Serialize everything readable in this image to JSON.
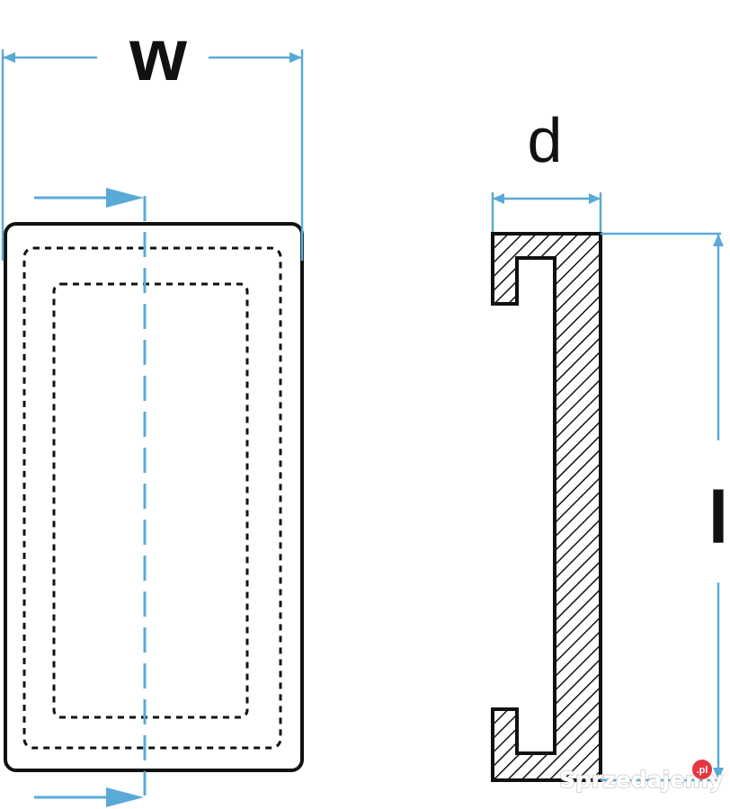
{
  "labels": {
    "width": "w",
    "depth": "d",
    "length": "l"
  },
  "watermark": {
    "text": "Sprzedajemy",
    "badge": ".pl"
  },
  "colors": {
    "outline": "#111111",
    "dimension": "#5aaad8",
    "watermark_badge": "#e2373f"
  }
}
